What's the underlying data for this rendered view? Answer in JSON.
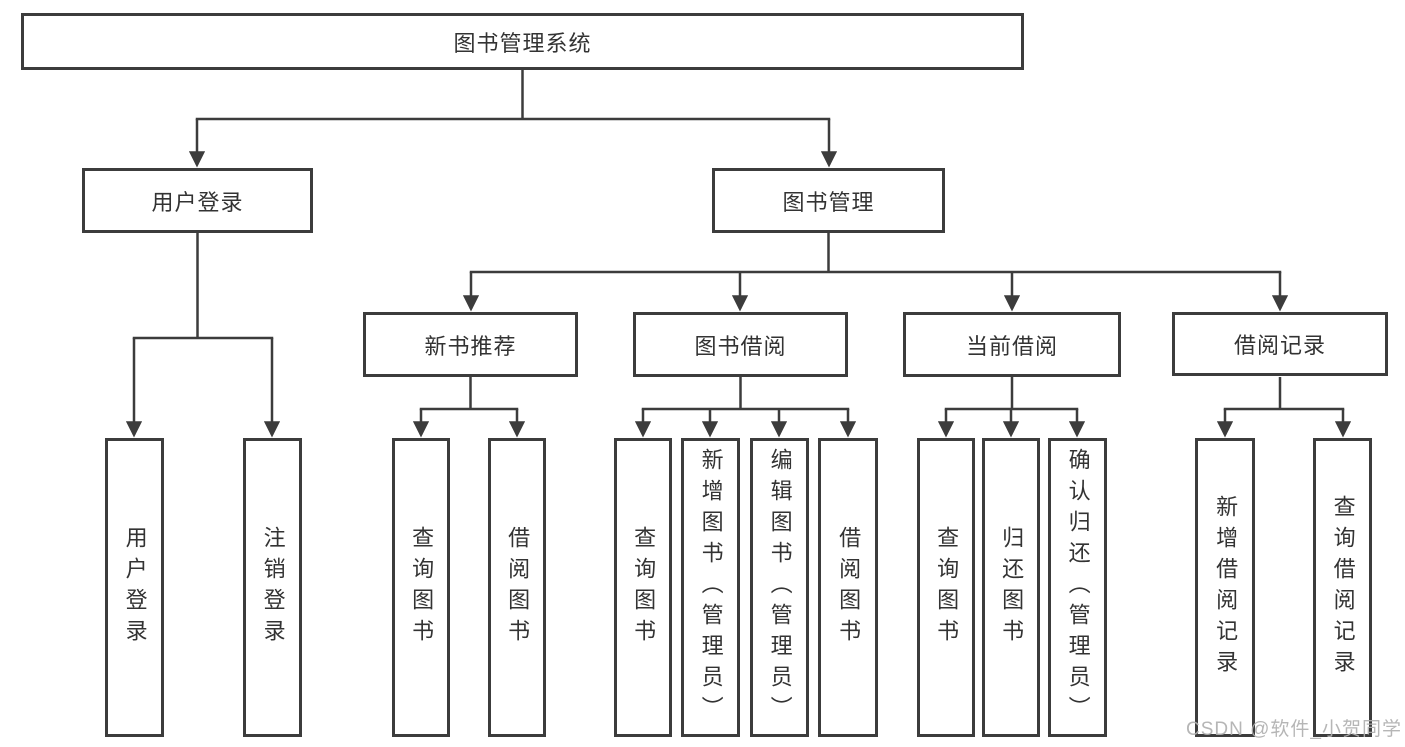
{
  "tree": {
    "root": {
      "label": "图书管理系统",
      "children": [
        {
          "label": "用户登录",
          "children": [
            {
              "label": "用户登录"
            },
            {
              "label": "注销登录"
            }
          ]
        },
        {
          "label": "图书管理",
          "children": [
            {
              "label": "新书推荐",
              "children": [
                {
                  "label": "查询图书"
                },
                {
                  "label": "借阅图书"
                }
              ]
            },
            {
              "label": "图书借阅",
              "children": [
                {
                  "label": "查询图书"
                },
                {
                  "label": "新增图书（管理员）"
                },
                {
                  "label": "编辑图书（管理员）"
                },
                {
                  "label": "借阅图书"
                }
              ]
            },
            {
              "label": "当前借阅",
              "children": [
                {
                  "label": "查询图书"
                },
                {
                  "label": "归还图书"
                },
                {
                  "label": "确认归还（管理员）"
                }
              ]
            },
            {
              "label": "借阅记录",
              "children": [
                {
                  "label": "新增借阅记录"
                },
                {
                  "label": "查询借阅记录"
                }
              ]
            }
          ]
        }
      ]
    }
  },
  "watermark": {
    "text": "CSDN @软件_小贺同学",
    "color": "#b0b0b0"
  },
  "colors": {
    "line": "#3c3c3c",
    "text": "#333333",
    "background": "#ffffff"
  }
}
